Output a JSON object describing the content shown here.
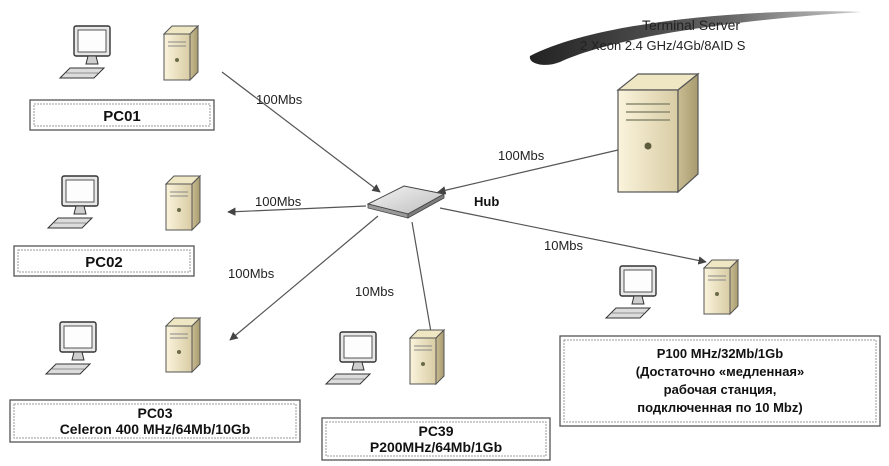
{
  "server": {
    "title_line1": "Terminal Server",
    "title_line2": "2 Xeon 2.4 GHz/4Gb/8AID S",
    "link_speed": "100Mbs"
  },
  "hub": {
    "label": "Hub"
  },
  "nodes": [
    {
      "id": "pc01",
      "lines": [
        "PC01"
      ],
      "link_speed": "100Mbs"
    },
    {
      "id": "pc02",
      "lines": [
        "PC02"
      ],
      "link_speed": "100Mbs"
    },
    {
      "id": "pc03",
      "lines": [
        "PC03",
        "Celeron 400 MHz/64Mb/10Gb"
      ],
      "link_speed": "100Mbs"
    },
    {
      "id": "pc39",
      "lines": [
        "PC39",
        "P200MHz/64Mb/1Gb"
      ],
      "link_speed": "10Mbs"
    },
    {
      "id": "p100",
      "lines": [
        "P100 MHz/32Mb/1Gb",
        "(Достаточно «медленная»",
        "рабочая станция,",
        "подключенная по 10 Mbz)"
      ],
      "link_speed": "10Mbs"
    }
  ]
}
